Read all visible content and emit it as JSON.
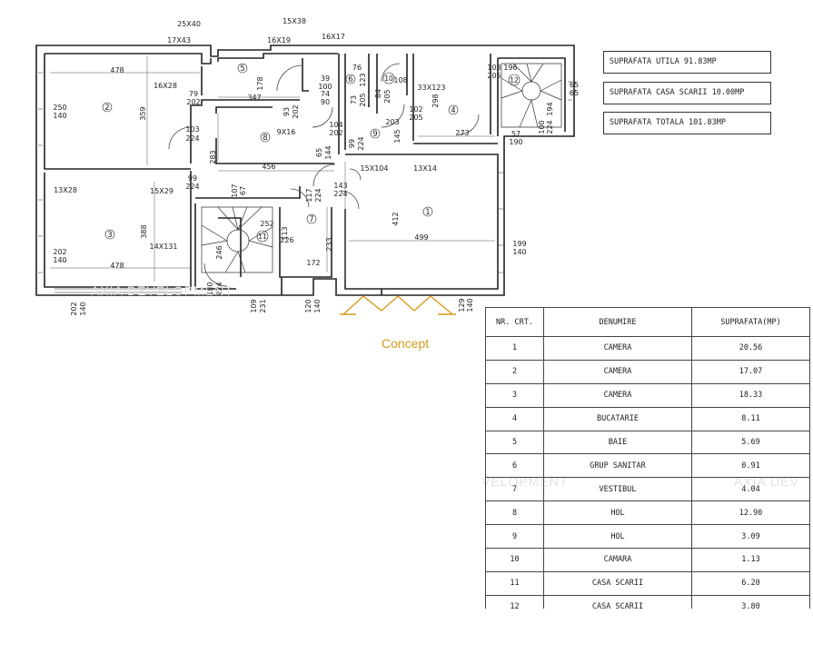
{
  "summary": {
    "utila": "SUPRAFATA UTILA 91.83MP",
    "scara": "SUPRAFATA  CASA SCARII  10.00MP",
    "totala": "SUPRAFATA TOTALA  101.83MP"
  },
  "concept_label": "Concept",
  "table": {
    "headers": [
      "NR. CRT.",
      "DENUMIRE",
      "SUPRAFATA(MP)"
    ],
    "rows": [
      [
        "1",
        "CAMERA",
        "20.56"
      ],
      [
        "2",
        "CAMERA",
        "17.07"
      ],
      [
        "3",
        "CAMERA",
        "18.33"
      ],
      [
        "4",
        "BUCATARIE",
        "8.11"
      ],
      [
        "5",
        "BAIE",
        "5.69"
      ],
      [
        "6",
        "GRUP SANITAR",
        "0.91"
      ],
      [
        "7",
        "VESTIBUL",
        "4.04"
      ],
      [
        "8",
        "HOL",
        "12.90"
      ],
      [
        "9",
        "HOL",
        "3.09"
      ],
      [
        "10",
        "CAMARA",
        "1.13"
      ],
      [
        "11",
        "CASA SCARII",
        "6.20"
      ],
      [
        "12",
        "CASA SCARII",
        "3.80"
      ]
    ]
  },
  "watermarks": [
    "AXIA DEVELOPMENT",
    "VELOPMENT",
    "AXIA DEV"
  ],
  "room_numbers": [
    "1",
    "2",
    "3",
    "4",
    "5",
    "6",
    "7",
    "8",
    "9",
    "10",
    "11",
    "12"
  ],
  "dimensions": {
    "d1": "25X40",
    "d2": "17X43",
    "d3": "16X28",
    "d4": "79",
    "d5": "202",
    "d6": "478",
    "d7": "347",
    "d8": "178",
    "d9": "15X38",
    "d10": "16X19",
    "d11": "16X17",
    "d12": "39",
    "d13": "100",
    "d14": "74",
    "d15": "90",
    "d16": "76",
    "d17": "73",
    "d18": "205",
    "d19": "123",
    "d20": "84",
    "d21": "205",
    "d22": "108",
    "d23": "33X123",
    "d24": "298",
    "d25": "103",
    "d26": "205",
    "d27": "196",
    "d28": "65",
    "d29": "65",
    "d30": "250",
    "d31": "140",
    "d32": "359",
    "d33": "103",
    "d34": "224",
    "d35": "93",
    "d36": "202",
    "d37": "9X16",
    "d38": "104",
    "d39": "202",
    "d40": "203",
    "d41": "102",
    "d42": "205",
    "d43": "273",
    "d44": "100",
    "d45": "224",
    "d46": "194",
    "d47": "57",
    "d48": "190",
    "d49": "65",
    "d50": "144",
    "d51": "99",
    "d52": "224",
    "d53": "145",
    "d54": "283",
    "d55": "456",
    "d56": "99",
    "d57": "224",
    "d58": "15X104",
    "d59": "13X14",
    "d60": "13X28",
    "d61": "15X29",
    "d62": "107",
    "d63": "67",
    "d64": "117",
    "d65": "224",
    "d66": "143",
    "d67": "224",
    "d68": "412",
    "d69": "388",
    "d70": "14X131",
    "d71": "252",
    "d72": "113",
    "d73": "226",
    "d74": "233",
    "d75": "499",
    "d76": "199",
    "d77": "140",
    "d78": "202",
    "d79": "140",
    "d80": "478",
    "d81": "246",
    "d82": "172",
    "d83": "100",
    "d84": "224",
    "d85": "202",
    "d86": "140",
    "d87": "109",
    "d88": "231",
    "d89": "120",
    "d90": "140",
    "d91": "129",
    "d92": "140"
  }
}
